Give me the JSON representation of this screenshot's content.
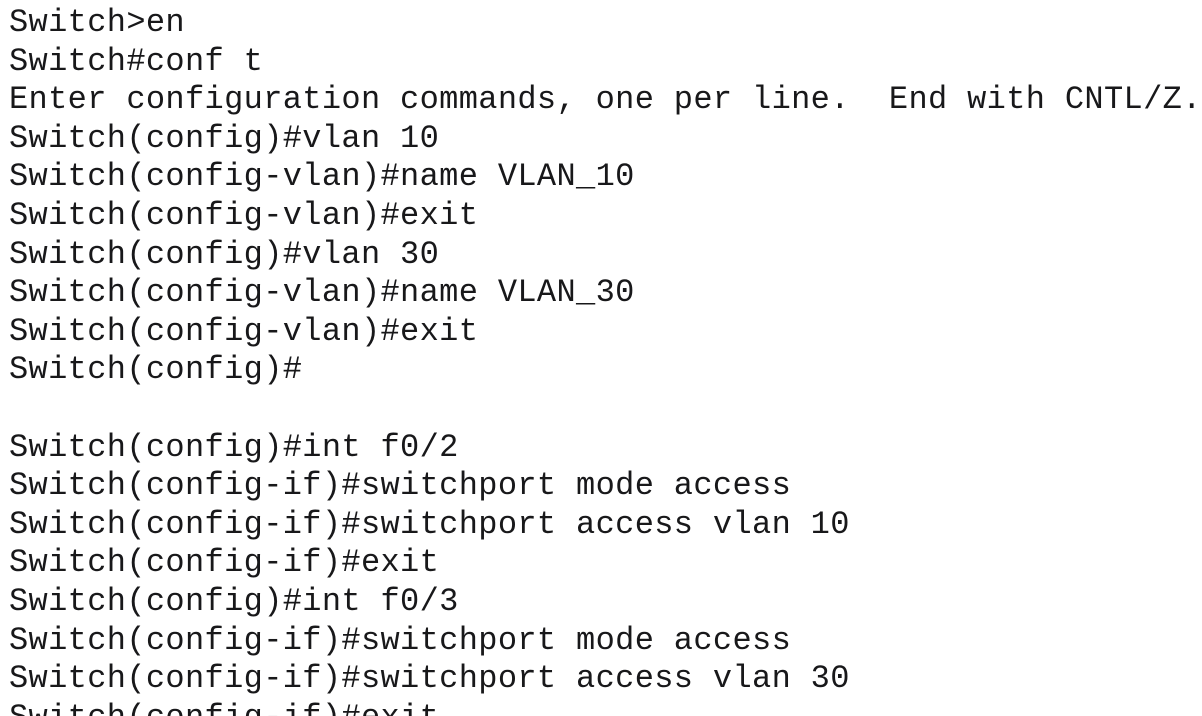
{
  "terminal": {
    "name": "cisco-ios-cli-output",
    "background_color": "#ffffff",
    "text_color": "#18181a",
    "lines": [
      {
        "id": "line-1",
        "text": "Switch>en"
      },
      {
        "id": "line-2",
        "text": "Switch#conf t"
      },
      {
        "id": "line-3",
        "text": "Enter configuration commands, one per line.  End with CNTL/Z."
      },
      {
        "id": "line-4",
        "text": "Switch(config)#vlan 10"
      },
      {
        "id": "line-5",
        "text": "Switch(config-vlan)#name VLAN_10"
      },
      {
        "id": "line-6",
        "text": "Switch(config-vlan)#exit"
      },
      {
        "id": "line-7",
        "text": "Switch(config)#vlan 30"
      },
      {
        "id": "line-8",
        "text": "Switch(config-vlan)#name VLAN_30"
      },
      {
        "id": "line-9",
        "text": "Switch(config-vlan)#exit"
      },
      {
        "id": "line-10",
        "text": "Switch(config)#"
      },
      {
        "id": "line-11",
        "text": " "
      },
      {
        "id": "line-12",
        "text": "Switch(config)#int f0/2"
      },
      {
        "id": "line-13",
        "text": "Switch(config-if)#switchport mode access"
      },
      {
        "id": "line-14",
        "text": "Switch(config-if)#switchport access vlan 10"
      },
      {
        "id": "line-15",
        "text": "Switch(config-if)#exit"
      },
      {
        "id": "line-16",
        "text": "Switch(config)#int f0/3"
      },
      {
        "id": "line-17",
        "text": "Switch(config-if)#switchport mode access"
      },
      {
        "id": "line-18",
        "text": "Switch(config-if)#switchport access vlan 30"
      },
      {
        "id": "line-19",
        "text": "Switch(config-if)#exit"
      }
    ]
  }
}
